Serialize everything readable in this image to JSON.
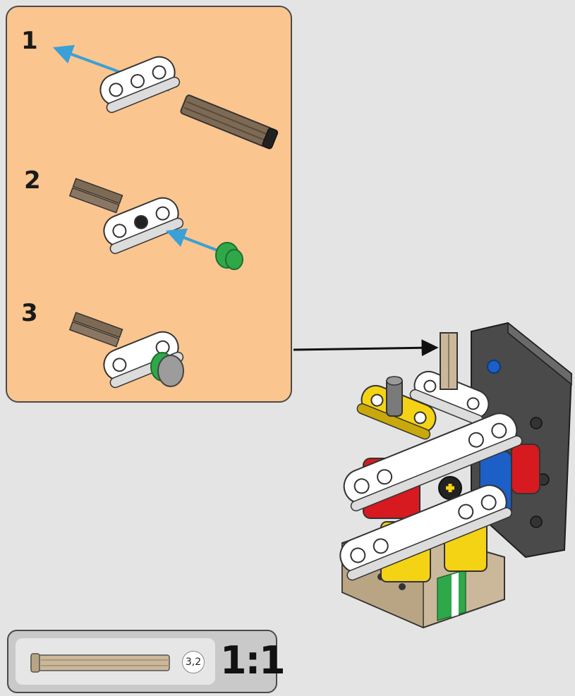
{
  "callout": {
    "steps": [
      {
        "number": "1"
      },
      {
        "number": "2"
      },
      {
        "number": "3"
      }
    ]
  },
  "parts_box": {
    "part_label": "3,2",
    "scale": "1:1"
  },
  "colors": {
    "callout_bg": "#fbc58f",
    "arrow_blue": "#3aa0d6",
    "tan": "#cbb89a",
    "dark_tan": "#7d6a55",
    "green": "#2fa84a",
    "red": "#d61a1f",
    "yellow": "#f4d315",
    "blue": "#1c5fc6",
    "dark_gray": "#4a4a4a"
  }
}
